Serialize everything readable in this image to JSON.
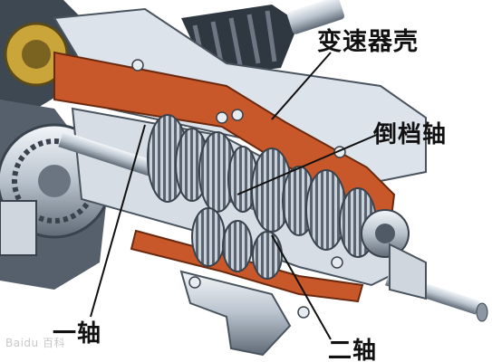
{
  "labels": {
    "housing": "变速器壳",
    "reverse_shaft": "倒档轴",
    "first_shaft": "一轴",
    "second_shaft": "二轴"
  },
  "watermark": "Baidu 百科",
  "colors": {
    "housing_orange": "#c8582a",
    "metal_light": "#e9eef4",
    "metal_mid": "#aeb8c4",
    "metal_dark": "#4f5a66",
    "leader_line": "#111111"
  }
}
